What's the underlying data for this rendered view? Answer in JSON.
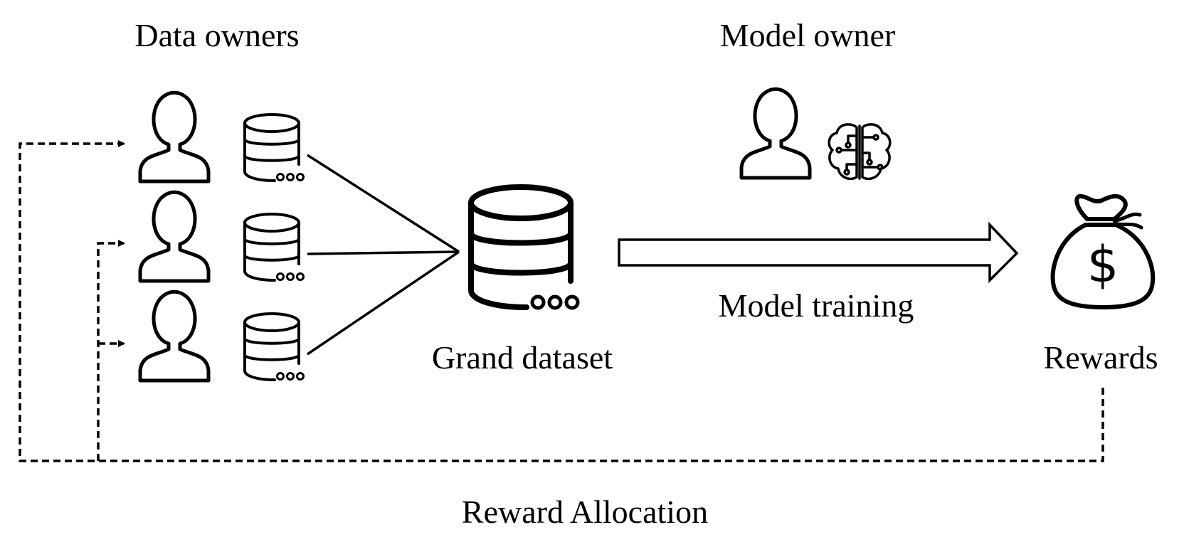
{
  "labels": {
    "data_owners": "Data owners",
    "model_owner": "Model owner",
    "grand_dataset": "Grand dataset",
    "model_training": "Model training",
    "rewards": "Rewards",
    "reward_allocation": "Reward Allocation"
  },
  "icons": {
    "person": "person-icon",
    "database": "database-icon",
    "brain": "brain-circuit-icon",
    "money_bag": "money-bag-icon"
  },
  "colors": {
    "stroke": "#000000",
    "background": "#ffffff"
  }
}
